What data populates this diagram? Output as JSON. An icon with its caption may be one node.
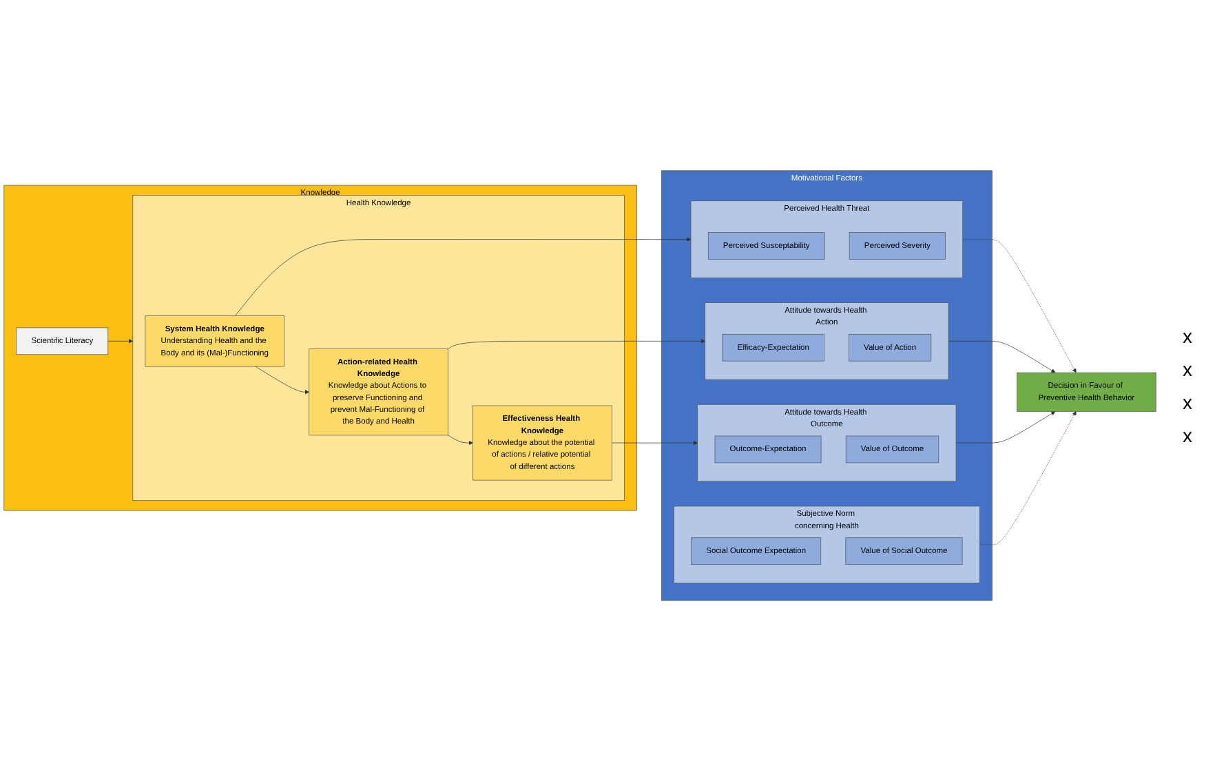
{
  "diagram": {
    "nodes": [
      {
        "text": [
          "Knowledge"
        ]
      },
      {
        "text": [
          "Scientific Literacy"
        ],
        "in": 0
      },
      {
        "text": [
          "Health Knowledge"
        ],
        "in": 0
      },
      {
        "text": [
          "System Health Knowledge",
          "Understanding Health and the Body and its (Mal-)Functioning"
        ],
        "in": 2
      },
      {
        "text": [
          "Action-related Health Knowledge",
          "Knowledge about Actions to preserve Functioning and prevent Mal-Functioning of the Body and Health"
        ],
        "in": 2
      },
      {
        "text": [
          "Effectiveness Health Knowledge",
          "Knowledge about the potential of actions / relative potential of different actions"
        ],
        "in": 2
      },
      {
        "text": [
          "Motivational Factors"
        ]
      },
      {
        "text": [
          "Perceived Health Threat"
        ],
        "in": 6
      },
      {
        "text": [
          "Perceived Susceptability"
        ],
        "in": 7
      },
      {
        "text": [
          "Perceived Severity"
        ],
        "in": 7
      },
      {
        "text": [
          "Attitude towards Health Action"
        ],
        "in": 6
      },
      {
        "text": [
          "Efficacy-Expectation"
        ],
        "in": 10
      },
      {
        "text": [
          "Value of Action"
        ],
        "in": 10
      },
      {
        "text": [
          "Attitude towards Health Outcome"
        ],
        "in": 6
      },
      {
        "text": [
          "Outcome-Expectation"
        ],
        "in": 13
      },
      {
        "text": [
          "Value of Outcome"
        ],
        "in": 13
      },
      {
        "text": [
          "Subjective Norm concerning Health"
        ],
        "in": 6
      },
      {
        "text": [
          "Social Outcome Expectation"
        ],
        "in": 16
      },
      {
        "text": [
          "Value of Social Outcome"
        ],
        "in": 16
      },
      {
        "text": [
          "Decision in Favour of Preventive Health Behavior"
        ]
      }
    ],
    "edges": [
      {
        "from": 1,
        "to": 2,
        "arrow": "to"
      },
      {
        "from": 3,
        "to": 4,
        "arrow": "to"
      },
      {
        "from": 4,
        "to": 5,
        "arrow": "to"
      },
      {
        "from": 3,
        "to": 7,
        "arrow": "to"
      },
      {
        "from": 4,
        "to": 10,
        "arrow": "to"
      },
      {
        "from": 5,
        "to": 13,
        "arrow": "to"
      },
      {
        "from": 7,
        "to": 19,
        "arrow": "to",
        "style": "dashed"
      },
      {
        "from": 10,
        "to": 19,
        "arrow": "to"
      },
      {
        "from": 13,
        "to": 19,
        "arrow": "to"
      },
      {
        "from": 16,
        "to": 19,
        "arrow": "to",
        "style": "dashed"
      }
    ],
    "labels": [
      "x",
      "x",
      "x",
      "x"
    ]
  }
}
